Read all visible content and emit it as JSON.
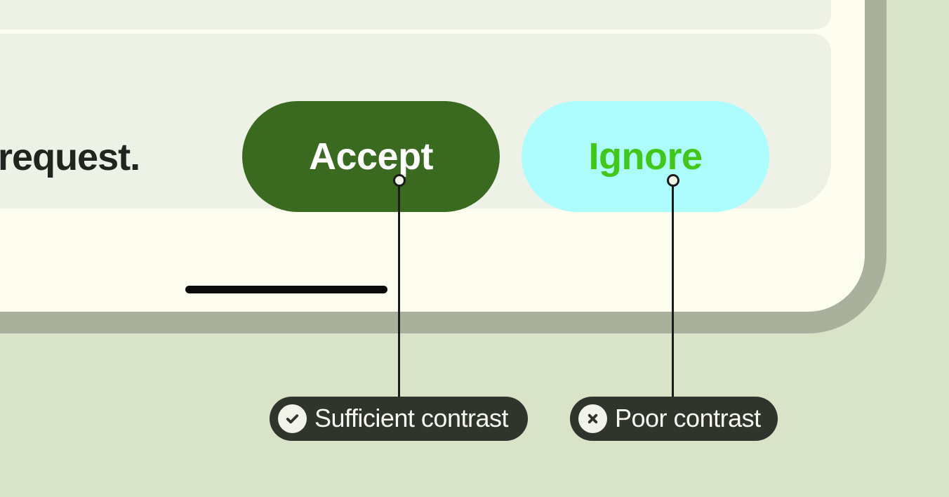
{
  "phone": {
    "message_fragment": "a request.",
    "accept_button": {
      "label": "Accept"
    },
    "ignore_button": {
      "label": "Ignore"
    }
  },
  "annotations": {
    "sufficient": {
      "label": "Sufficient contrast",
      "icon": "check"
    },
    "poor": {
      "label": "Poor contrast",
      "icon": "x"
    }
  },
  "colors": {
    "page_background": "#d9e3c8",
    "phone_body": "#fdfdf0",
    "phone_border": "#a9b09c",
    "message_panel": "#eef1e6",
    "accept_background": "#3a6a20",
    "accept_text": "#ffffff",
    "ignore_background": "#aefdfe",
    "ignore_text": "#41c716",
    "chip_background": "#2f342c",
    "chip_text": "#fbfcf3",
    "headline_text": "#20261f",
    "connector": "#1b1b1b",
    "home_indicator": "#0b0b0b"
  }
}
